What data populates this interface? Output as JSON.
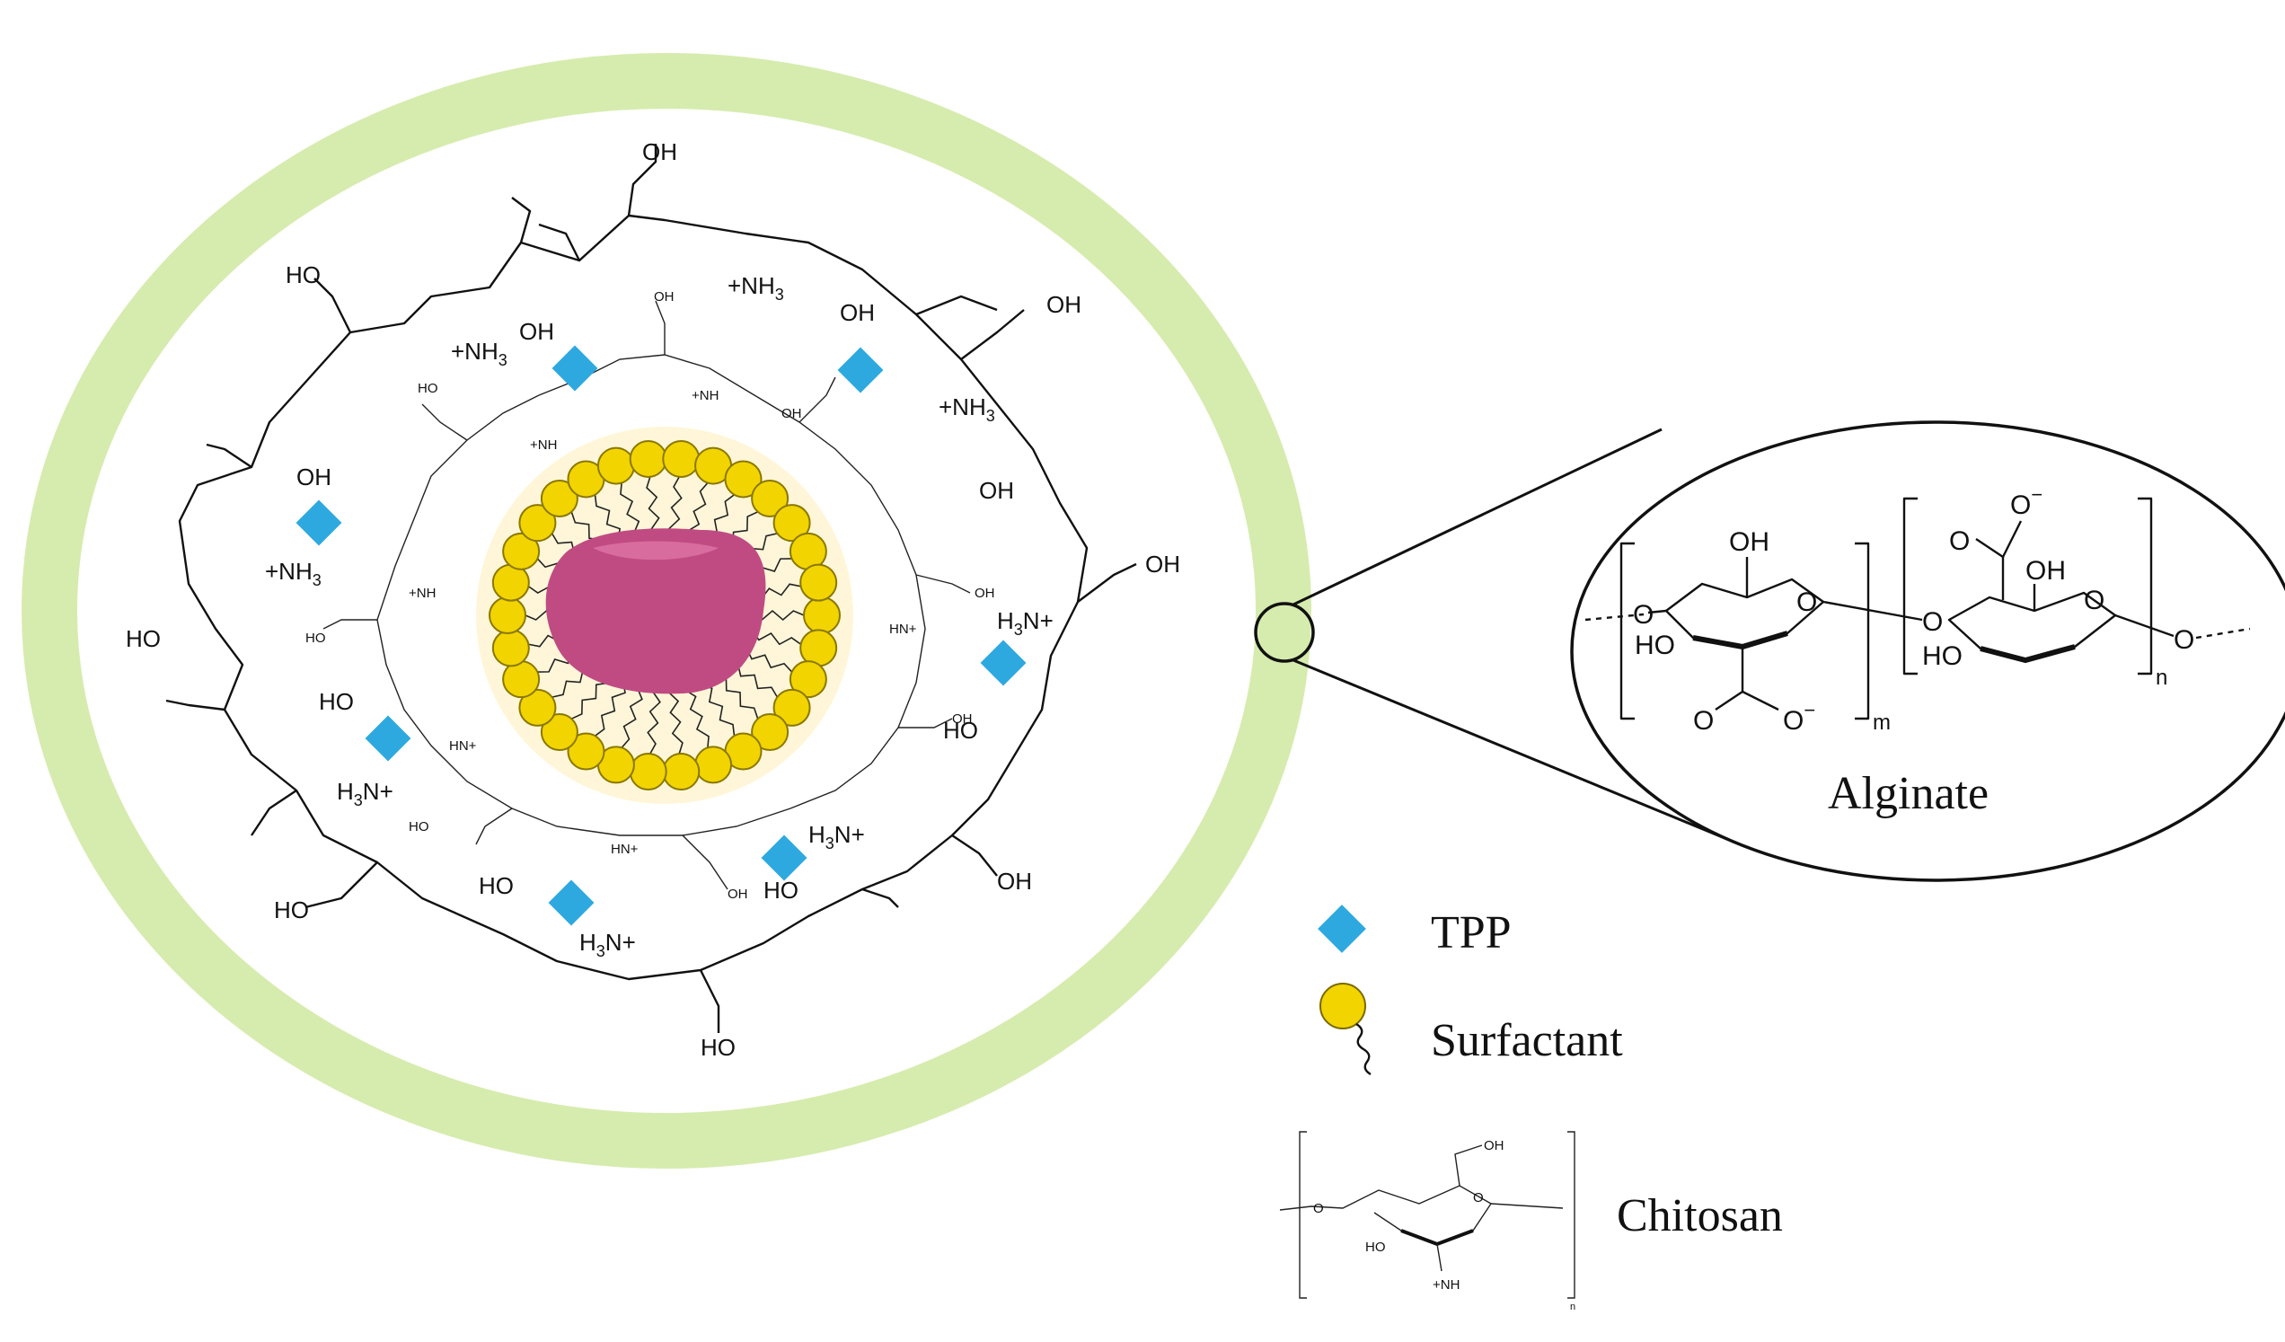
{
  "colors": {
    "outer_ring": "#d6ecae",
    "tpp": "#2ea9e0",
    "surfactant_head": "#f2d400",
    "core": "#c04b82",
    "core_glow": "#fff3cc"
  },
  "labels": {
    "oh": "OH",
    "ho": "HO",
    "nh3_plus": "+NH",
    "h3n_plus": "H",
    "h3n_plus_tail": "N+",
    "sub3": "3",
    "o": "O",
    "o_minus": "O",
    "minus": "−"
  },
  "zoom": {
    "title": "Alginate",
    "sub_m": "m",
    "sub_n": "n"
  },
  "legend": {
    "tpp": "TPP",
    "surfactant": "Surfactant",
    "chitosan": "Chitosan",
    "chitosan_sub": "n"
  }
}
